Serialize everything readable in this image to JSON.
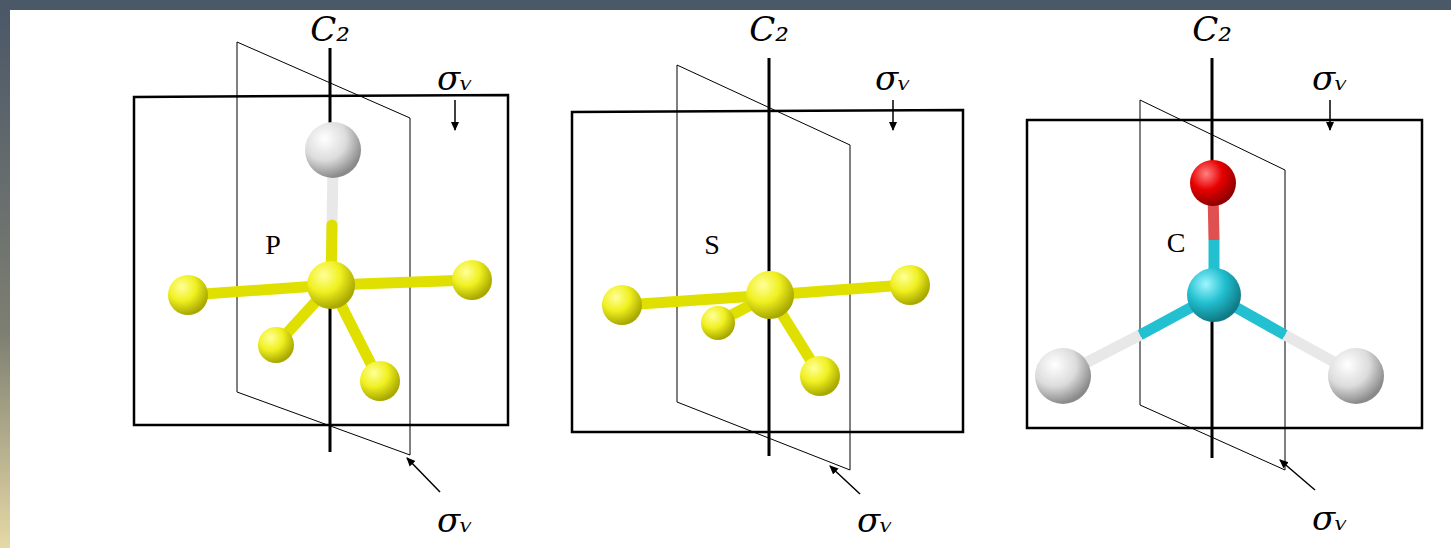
{
  "diagram": {
    "labels": [
      "C₂",
      "σᵥ",
      "P",
      "σᵥ",
      "C₂",
      "σᵥ",
      "S",
      "σᵥ",
      "C₂",
      "σᵥ",
      "C",
      "σᵥ"
    ]
  }
}
